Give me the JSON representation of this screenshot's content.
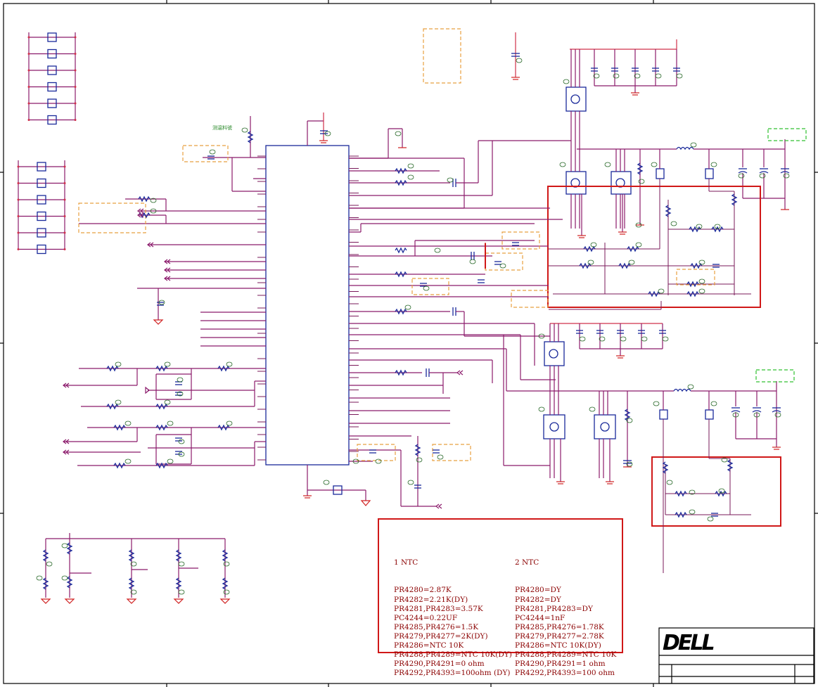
{
  "schematic": {
    "annotation_label": "测温料號",
    "logo": "DELL"
  },
  "notes": {
    "col1_title": "1 NTC",
    "col1_lines": [
      "PR4280=2.87K",
      "PR4282=2.21K(DY)",
      "PR4281,PR4283=3.57K",
      "PC4244=0.22UF",
      "PR4285,PR4276=1.5K",
      "PR4279,PR4277=2K(DY)",
      "PR4286=NTC 10K",
      "PR4288,PR4289=NTC 10K(DY)",
      "PR4290,PR4291=0 ohm",
      "PR4292,PR4393=100ohm (DY)"
    ],
    "col2_title": "2 NTC",
    "col2_lines": [
      "PR4280=DY",
      "PR4282=DY",
      "PR4281,PR4283=DY",
      "PC4244=1nF",
      "PR4285,PR4276=1.78K",
      "PR4279,PR4277=2.78K",
      "PR4286=NTC 10K(DY)",
      "PR4288,PR4289=NTC 10K",
      "PR4290,PR4291=1 ohm",
      "PR4292,PR4393=100 ohm"
    ]
  },
  "colors": {
    "wire": "#8b1a6b",
    "power_rail": "#d0304a",
    "component": "#1a2a9a",
    "annotation_box": "#d01818",
    "dnp_box": "#e8a040",
    "net_box": "#30c030",
    "notes_text": "#8b0000"
  }
}
